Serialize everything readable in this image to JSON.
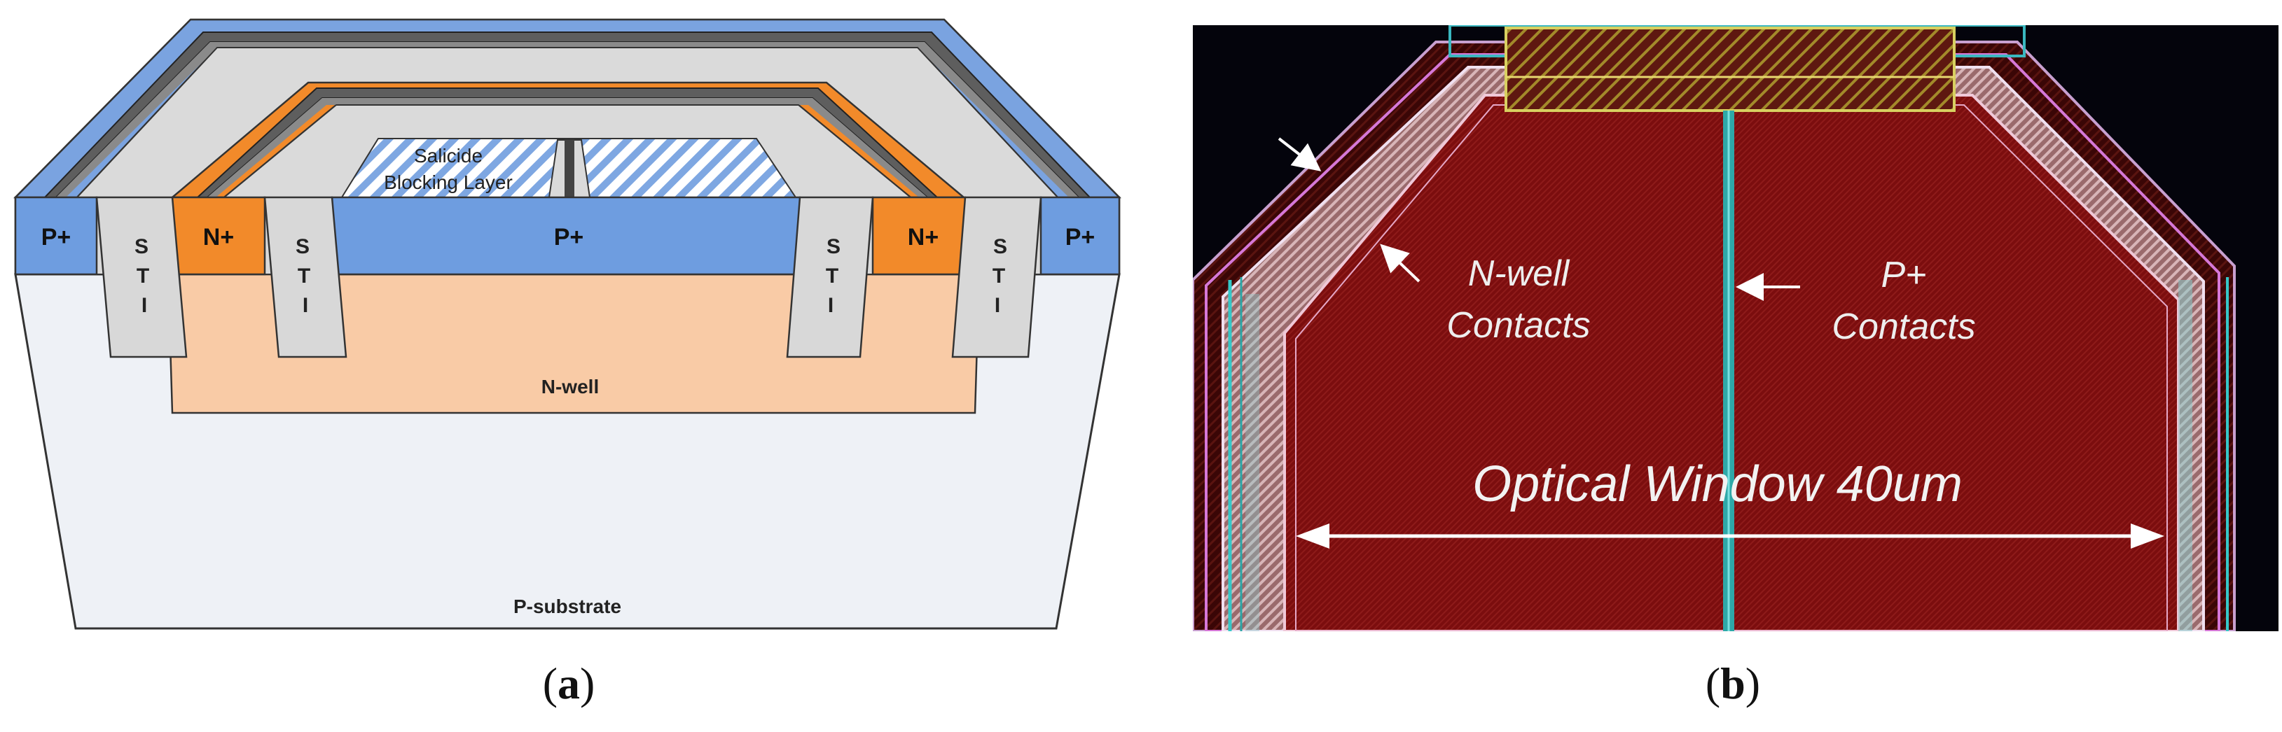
{
  "panel_a": {
    "labels": {
      "p_plus_left": "P+",
      "n_plus_left": "N+",
      "p_plus_center": "P+",
      "n_plus_right": "N+",
      "p_plus_right": "P+",
      "sti_letters": [
        "S",
        "T",
        "I"
      ],
      "salicide_line1": "Salicide",
      "salicide_line2": "Blocking Layer",
      "n_well": "N-well",
      "p_substrate": "P-substrate"
    },
    "caption_letter": "a"
  },
  "panel_b": {
    "labels": {
      "nwell_line1": "N-well",
      "nwell_line2": "Contacts",
      "pplus_line1": "P+",
      "pplus_line2": "Contacts",
      "optical_window": "Optical Window 40um"
    },
    "caption_letter": "b"
  },
  "colors": {
    "p_plus_blue": "#6e9de0",
    "n_plus_orange": "#f28a2a",
    "n_well_peach": "#f9cba6",
    "substrate": "#eef1f6",
    "sti_gray": "#d8d8d8",
    "metal_dark": "#6a6a6a",
    "layout_red": "#7a0c0c",
    "layout_black": "#04040c"
  }
}
